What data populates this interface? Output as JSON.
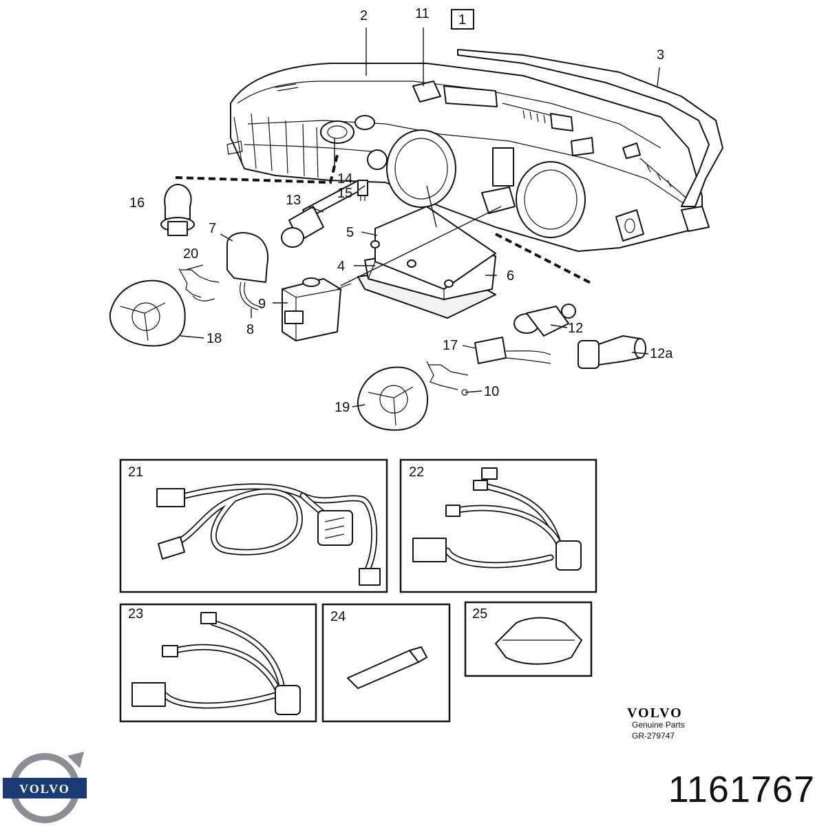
{
  "callouts": [
    "1",
    "2",
    "3",
    "4",
    "5",
    "6",
    "7",
    "8",
    "9",
    "10",
    "11",
    "12",
    "12a",
    "13",
    "14",
    "15",
    "16",
    "17",
    "18",
    "19",
    "20"
  ],
  "panels": [
    {
      "id": "21",
      "label": "21"
    },
    {
      "id": "22",
      "label": "22"
    },
    {
      "id": "23",
      "label": "23"
    },
    {
      "id": "24",
      "label": "24"
    },
    {
      "id": "25",
      "label": "25"
    }
  ],
  "footer": {
    "brand": "VOLVO",
    "genuine": "Genuine Parts",
    "ref": "GR-279747"
  },
  "logo": {
    "text": "VOLVO"
  },
  "part_number": "1161767",
  "colors": {
    "ink": "#111111",
    "logo_blue": "#1b3a73",
    "logo_grey": "#8a8f96"
  }
}
